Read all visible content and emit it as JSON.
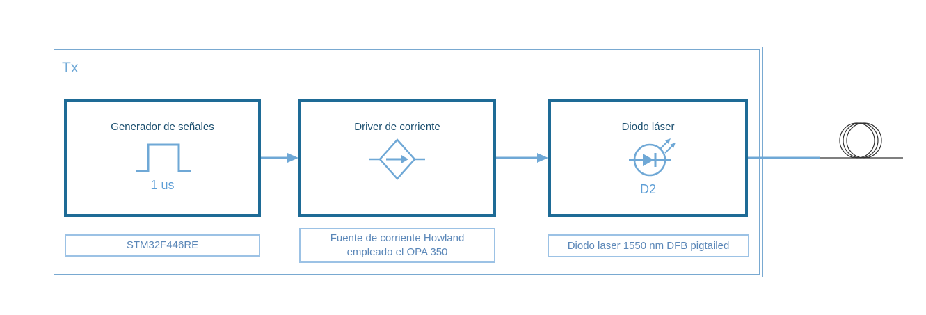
{
  "diagram": {
    "group_label": "Tx",
    "blocks": [
      {
        "title": "Generador de señales",
        "symbol_label": "1 us",
        "icon": "square-pulse-icon"
      },
      {
        "title": "Driver de corriente",
        "symbol_label": "",
        "icon": "dependent-current-source-icon"
      },
      {
        "title": "Diodo láser",
        "symbol_label": "D2",
        "icon": "laser-diode-icon"
      }
    ],
    "notes": [
      "STM32F446RE",
      "Fuente de corriente Howland\nempleado el OPA 350",
      "Diodo laser 1550 nm DFB pigtailed"
    ],
    "output_icon": "fiber-coil-icon",
    "colors": {
      "block_border": "#1e6b96",
      "accent": "#6fa8d6",
      "note_border": "#9cc2e5",
      "title_text": "#1a4e6e"
    }
  }
}
